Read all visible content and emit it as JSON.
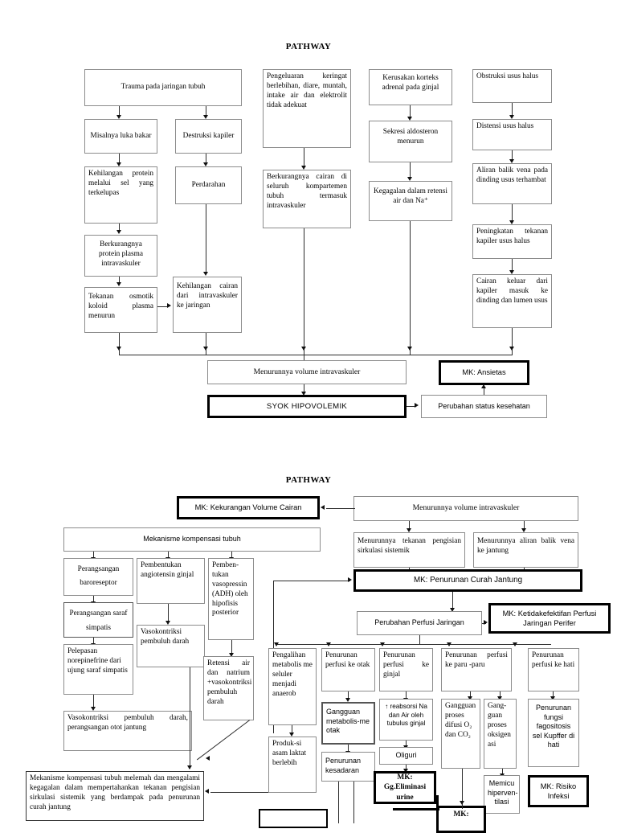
{
  "page": {
    "section1_title": "PATHWAY",
    "section2_title": "PATHWAY"
  },
  "pathway1": {
    "boxes": {
      "trauma": "Trauma pada jaringan tubuh",
      "luka_bakar": "Misalnya luka bakar",
      "destruksi_kapiler": "Destruksi kapiler",
      "kehilangan_protein": "Kehilangan protein melalui sel yang terkelupas",
      "perdarahan": "Perdarahan",
      "berkurang_protein_plasma": "Berkurangnya protein plasma intravaskuler",
      "tekanan_osmotik": "Tekanan osmotik koloid plasma menurun",
      "kehilangan_cairan": "Kehilangan cairan dari intravaskuler ke jaringan",
      "pengeluaran_keringat": "Pengeluaran keringat berlebihan, diare, muntah, intake air dan elektrolit tidak adekuat",
      "berkurangnya_cairan": "Berkurangnya cairan di seluruh kompartemen tubuh termasuk intravaskuler",
      "kerusakan_korteks": "Kerusakan korteks adrenal pada ginjal",
      "sekresi_aldosteron": "Sekresi aldosteron menurun",
      "kegagalan_retensi": "Kegagalan dalam retensi air dan Na⁺",
      "obstruksi_usus": "Obstruksi usus halus",
      "distensi_usus": "Distensi usus halus",
      "aliran_balik_vena": "Aliran balik vena pada dinding usus terhambat",
      "peningkatan_tekanan_kapiler": "Peningkatan tekanan kapiler usus halus",
      "cairan_keluar": "Cairan keluar dari kapiler masuk ke dinding dan lumen usus",
      "menurunnya_volume": "Menurunnya volume intravaskuler",
      "syok_hipovolemik": "SYOK HIPOVOLEMIK",
      "perubahan_status": "Perubahan status kesehatan",
      "mk_ansietas": "MK: Ansietas"
    }
  },
  "pathway2": {
    "boxes": {
      "mk_kekurangan_volume": "MK: Kekurangan Volume Cairan",
      "menurunnya_volume": "Menurunnya volume intravaskuler",
      "menurunnya_tekanan": "Menurunnya tekanan pengisian sirkulasi sistemik",
      "menurunnya_aliran_balik": "Menurunnya aliran balik vena ke jantung",
      "mk_penurunan_curah": "MK: Penurunan Curah Jantung",
      "mekanisme_kompensasi": "Mekanisme kompensasi tubuh",
      "perangsangan_baroreseptor": "Perangsangan baroreseptor",
      "pembentukan_angiotensin": "Pembentukan angiotensin ginjal",
      "pembentukan_vasopressin": "Pemben-tukan vasopressin (ADH) oleh hipofisis posterior",
      "perangsangan_saraf": "Perangsangan saraf simpatis",
      "vasokontriksi_pembuluh": "Vasokontriksi pembuluh darah",
      "retensi_air": "Retensi air dan natrium +vasokontriksi pembuluh darah",
      "pelepasan_norepinefrine": "Pelepasan norepinefrine dari ujung saraf simpatis",
      "vasokontriksi_otot": "Vasokontriksi pembuluh darah, perangsangan otot jantung",
      "mekanisme_melemah": "Mekanisme kompensasi tubuh melemah dan mengalami kegagalan dalam mempertahankan tekanan pengisian sirkulasi sistemik yang berdampak pada penurunan curah jantung",
      "perubahan_perfusi": "Perubahan Perfusi Jaringan",
      "mk_ketidakefektifan": "MK: Ketidakefektifan Perfusi Jaringan Perifer",
      "pengalihan_metabolisme": "Pengalihan metabolis me seluler menjadi anaerob",
      "penurunan_perfusi_otak": "Penurunan perfusi ke otak",
      "penurunan_perfusi_ginjal": "Penurunan perfusi ke ginjal",
      "penurunan_perfusi_paru": "Penurunan perfusi ke paru -paru",
      "penurunan_perfusi_hati": "Penurunan perfusi ke hati",
      "gangguan_metabolisme_otak": "Gangguan metabolis-me otak",
      "reabsorsi_na": "↑ reabsorsi Na dan Air oleh tubulus ginjal",
      "gangguan_difusi": "Gangguan proses difusi O₂ dan CO₂",
      "gangguan_oksigenasi": "Gang-guan proses oksigen asi",
      "penurunan_fagositosis": "Penurunan fungsi fagositosis sel Kupffer di hati",
      "produksi_asam_laktat": "Produk-si asam laktat berlebih",
      "penurunan_kesadaran": "Penurunan kesadaran",
      "oliguri": "Oliguri",
      "mk_gg_eliminasi": "MK: Gg.Eliminasi urine",
      "memicu_hiperventilasi": "Memicu hiperven-tilasi",
      "mk_risiko_infeksi": "MK: Risiko Infeksi",
      "mk_partial": "MK:"
    }
  },
  "colors": {
    "box_border": "#8c8c8c",
    "mk_border": "#000000",
    "connector": "#2b2b2b",
    "background": "#ffffff"
  }
}
